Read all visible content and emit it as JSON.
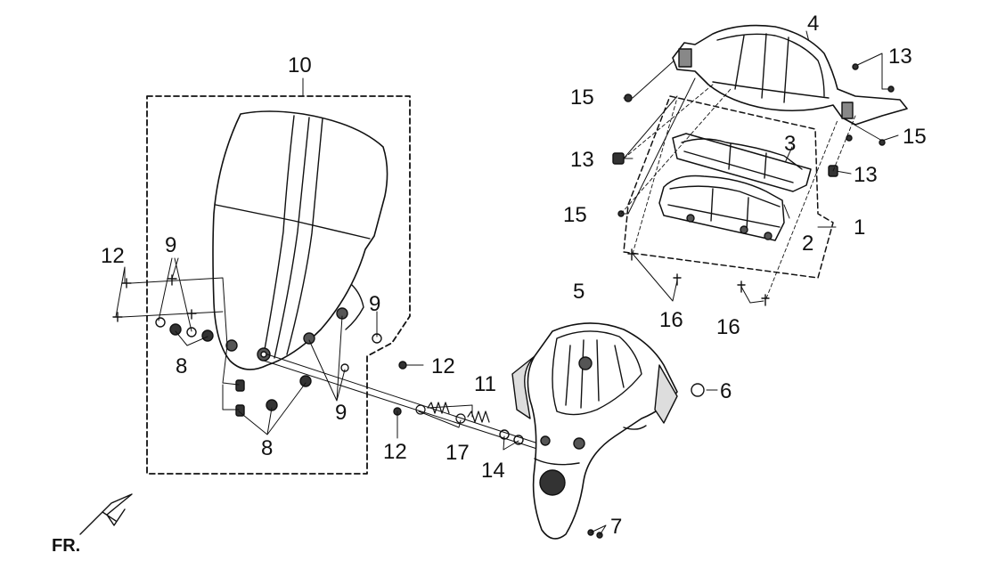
{
  "labels": {
    "l1": "1",
    "l2": "2",
    "l3": "3",
    "l4": "4",
    "l5": "5",
    "l6": "6",
    "l7": "7",
    "l8a": "8",
    "l8b": "8",
    "l9a": "9",
    "l9b": "9",
    "l9c": "9",
    "l10": "10",
    "l11": "11",
    "l12a": "12",
    "l12b": "12",
    "l12c": "12",
    "l13a": "13",
    "l13b": "13",
    "l13c": "13",
    "l14": "14",
    "l15a": "15",
    "l15b": "15",
    "l15c": "15",
    "l16a": "16",
    "l16b": "16",
    "l17": "17"
  },
  "front_marker": "FR."
}
